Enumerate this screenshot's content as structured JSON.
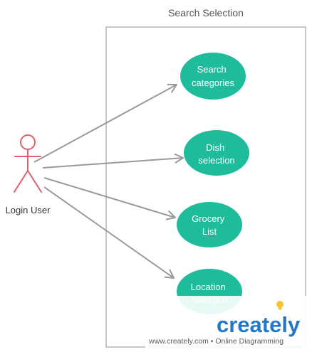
{
  "diagram": {
    "system_title": "Search Selection",
    "actor": {
      "label": "Login User"
    },
    "use_cases": [
      {
        "id": "uc-search-categories",
        "lines": [
          "Search",
          "categories"
        ]
      },
      {
        "id": "uc-dish-selection",
        "lines": [
          "Dish",
          "selection"
        ]
      },
      {
        "id": "uc-grocery-list",
        "lines": [
          "Grocery",
          "List"
        ]
      },
      {
        "id": "uc-location-selection",
        "lines": [
          "Location",
          "selection"
        ]
      }
    ],
    "colors": {
      "use_case_fill": "#1fbc9c",
      "actor_stroke": "#e0606b",
      "connector": "#9a9a9a",
      "boundary": "#c8c8c8",
      "brand_blue": "#2478c6",
      "bulb_yellow": "#f7c531"
    }
  },
  "watermark": {
    "brand": "creately",
    "tagline": "www.creately.com • Online Diagramming"
  }
}
